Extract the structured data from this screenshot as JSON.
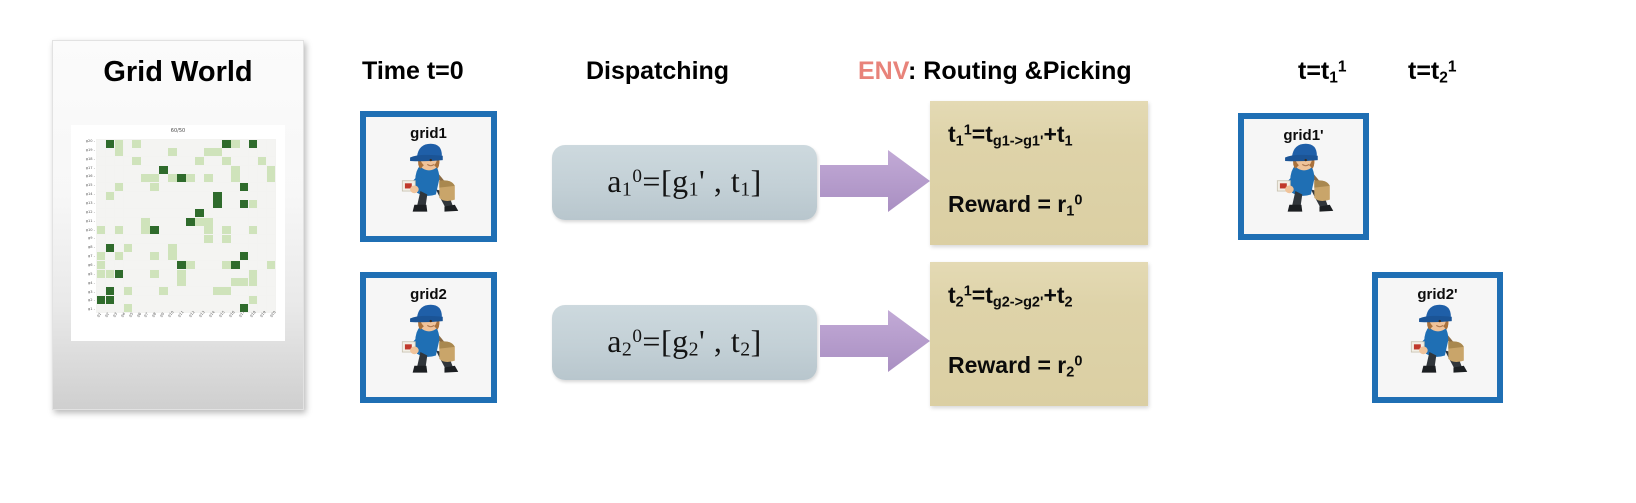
{
  "gridworld": {
    "title": "Grid World",
    "heatmap": {
      "title": "60/50",
      "y_labels": [
        "g20",
        "g19",
        "g18",
        "g17",
        "g16",
        "g15",
        "g14",
        "g13",
        "g12",
        "g11",
        "g10",
        "g9",
        "g8",
        "g7",
        "g6",
        "g5",
        "g4",
        "g3",
        "g2",
        "g1"
      ],
      "x_labels": [
        "g1",
        "g2",
        "g3",
        "g4",
        "g5",
        "g6",
        "g7",
        "g8",
        "g9",
        "g10",
        "g11",
        "g12",
        "g13",
        "g14",
        "g15",
        "g16",
        "g17",
        "g18",
        "g19",
        "g20"
      ],
      "colors": {
        "empty": "#f4f4f2",
        "light": "#cfe3bb",
        "mid": "#9ecb83",
        "dark": "#2f6b2c"
      },
      "cells": [
        {
          "r": 0,
          "c": 1,
          "v": 3
        },
        {
          "r": 0,
          "c": 2,
          "v": 1
        },
        {
          "r": 0,
          "c": 4,
          "v": 1
        },
        {
          "r": 0,
          "c": 14,
          "v": 3
        },
        {
          "r": 0,
          "c": 15,
          "v": 1
        },
        {
          "r": 0,
          "c": 17,
          "v": 3
        },
        {
          "r": 1,
          "c": 2,
          "v": 1
        },
        {
          "r": 1,
          "c": 8,
          "v": 1
        },
        {
          "r": 1,
          "c": 12,
          "v": 1
        },
        {
          "r": 1,
          "c": 13,
          "v": 1
        },
        {
          "r": 2,
          "c": 4,
          "v": 1
        },
        {
          "r": 2,
          "c": 11,
          "v": 1
        },
        {
          "r": 2,
          "c": 14,
          "v": 1
        },
        {
          "r": 2,
          "c": 18,
          "v": 1
        },
        {
          "r": 3,
          "c": 7,
          "v": 3
        },
        {
          "r": 3,
          "c": 15,
          "v": 1
        },
        {
          "r": 3,
          "c": 19,
          "v": 1
        },
        {
          "r": 4,
          "c": 5,
          "v": 1
        },
        {
          "r": 4,
          "c": 6,
          "v": 1
        },
        {
          "r": 4,
          "c": 8,
          "v": 1
        },
        {
          "r": 4,
          "c": 9,
          "v": 3
        },
        {
          "r": 4,
          "c": 10,
          "v": 1
        },
        {
          "r": 4,
          "c": 12,
          "v": 1
        },
        {
          "r": 4,
          "c": 15,
          "v": 1
        },
        {
          "r": 4,
          "c": 19,
          "v": 1
        },
        {
          "r": 5,
          "c": 2,
          "v": 1
        },
        {
          "r": 5,
          "c": 6,
          "v": 1
        },
        {
          "r": 5,
          "c": 16,
          "v": 3
        },
        {
          "r": 6,
          "c": 1,
          "v": 1
        },
        {
          "r": 6,
          "c": 13,
          "v": 3
        },
        {
          "r": 7,
          "c": 13,
          "v": 3
        },
        {
          "r": 7,
          "c": 16,
          "v": 3
        },
        {
          "r": 7,
          "c": 17,
          "v": 1
        },
        {
          "r": 8,
          "c": 11,
          "v": 3
        },
        {
          "r": 9,
          "c": 5,
          "v": 1
        },
        {
          "r": 9,
          "c": 10,
          "v": 3
        },
        {
          "r": 9,
          "c": 11,
          "v": 1
        },
        {
          "r": 9,
          "c": 12,
          "v": 1
        },
        {
          "r": 10,
          "c": 0,
          "v": 1
        },
        {
          "r": 10,
          "c": 2,
          "v": 1
        },
        {
          "r": 10,
          "c": 5,
          "v": 1
        },
        {
          "r": 10,
          "c": 6,
          "v": 3
        },
        {
          "r": 10,
          "c": 12,
          "v": 1
        },
        {
          "r": 10,
          "c": 14,
          "v": 1
        },
        {
          "r": 10,
          "c": 17,
          "v": 1
        },
        {
          "r": 11,
          "c": 12,
          "v": 1
        },
        {
          "r": 11,
          "c": 14,
          "v": 1
        },
        {
          "r": 12,
          "c": 1,
          "v": 3
        },
        {
          "r": 12,
          "c": 3,
          "v": 1
        },
        {
          "r": 12,
          "c": 8,
          "v": 1
        },
        {
          "r": 13,
          "c": 0,
          "v": 1
        },
        {
          "r": 13,
          "c": 2,
          "v": 1
        },
        {
          "r": 13,
          "c": 6,
          "v": 1
        },
        {
          "r": 13,
          "c": 8,
          "v": 1
        },
        {
          "r": 13,
          "c": 16,
          "v": 3
        },
        {
          "r": 14,
          "c": 0,
          "v": 1
        },
        {
          "r": 14,
          "c": 9,
          "v": 3
        },
        {
          "r": 14,
          "c": 10,
          "v": 1
        },
        {
          "r": 14,
          "c": 14,
          "v": 1
        },
        {
          "r": 14,
          "c": 15,
          "v": 3
        },
        {
          "r": 14,
          "c": 19,
          "v": 1
        },
        {
          "r": 15,
          "c": 0,
          "v": 1
        },
        {
          "r": 15,
          "c": 1,
          "v": 1
        },
        {
          "r": 15,
          "c": 2,
          "v": 3
        },
        {
          "r": 15,
          "c": 6,
          "v": 1
        },
        {
          "r": 15,
          "c": 9,
          "v": 1
        },
        {
          "r": 15,
          "c": 17,
          "v": 1
        },
        {
          "r": 16,
          "c": 9,
          "v": 1
        },
        {
          "r": 16,
          "c": 15,
          "v": 1
        },
        {
          "r": 16,
          "c": 16,
          "v": 1
        },
        {
          "r": 16,
          "c": 17,
          "v": 1
        },
        {
          "r": 17,
          "c": 1,
          "v": 3
        },
        {
          "r": 17,
          "c": 3,
          "v": 1
        },
        {
          "r": 17,
          "c": 7,
          "v": 1
        },
        {
          "r": 17,
          "c": 13,
          "v": 1
        },
        {
          "r": 17,
          "c": 14,
          "v": 1
        },
        {
          "r": 18,
          "c": 0,
          "v": 3
        },
        {
          "r": 18,
          "c": 1,
          "v": 3
        },
        {
          "r": 18,
          "c": 17,
          "v": 1
        },
        {
          "r": 19,
          "c": 3,
          "v": 1
        },
        {
          "r": 19,
          "c": 16,
          "v": 3
        }
      ]
    }
  },
  "headers": {
    "time": "Time t=0",
    "dispatching": "Dispatching",
    "env_accent": "ENV",
    "env_rest": ": Routing &Picking",
    "t1": {
      "prefix": "t=t",
      "sub": "1",
      "sup": "1"
    },
    "t2": {
      "prefix": "t=t",
      "sub": "2",
      "sup": "1"
    }
  },
  "agents": {
    "grid1": "grid1",
    "grid2": "grid2",
    "grid1_prime": "grid1'",
    "grid2_prime": "grid2'",
    "icon": "delivery-courier-icon"
  },
  "actions": [
    {
      "a": "a",
      "a_sub": "1",
      "a_sup": "0",
      "eq": "=[g",
      "g_sub": "1",
      "g_prime": "'",
      "comma": " , t",
      "t_sub": "1",
      "close": "]"
    },
    {
      "a": "a",
      "a_sub": "2",
      "a_sup": "0",
      "eq": "=[g",
      "g_sub": "2",
      "g_prime": "'",
      "comma": " , t",
      "t_sub": "2",
      "close": "]"
    }
  ],
  "env_boxes": [
    {
      "time_t": "t",
      "time_sub": "1",
      "time_sup": "1",
      "time_eq": "=t",
      "time_route_sub": "g1->g1'",
      "time_plus": "+t",
      "time_plus_sub": "1",
      "reward_label": "Reward = r",
      "reward_sub": "1",
      "reward_sup": "0"
    },
    {
      "time_t": "t",
      "time_sub": "2",
      "time_sup": "1",
      "time_eq": "=t",
      "time_route_sub": "g2->g2'",
      "time_plus": "+t",
      "time_plus_sub": "2",
      "reward_label": "Reward = r",
      "reward_sub": "2",
      "reward_sup": "0"
    }
  ],
  "colors": {
    "agent_border": "#1f6fb4",
    "env_fill": "#ded3a9",
    "action_fill": "#c3d0d6",
    "arrow_fill": "#b49bcc",
    "accent_red": "#e8837a"
  }
}
